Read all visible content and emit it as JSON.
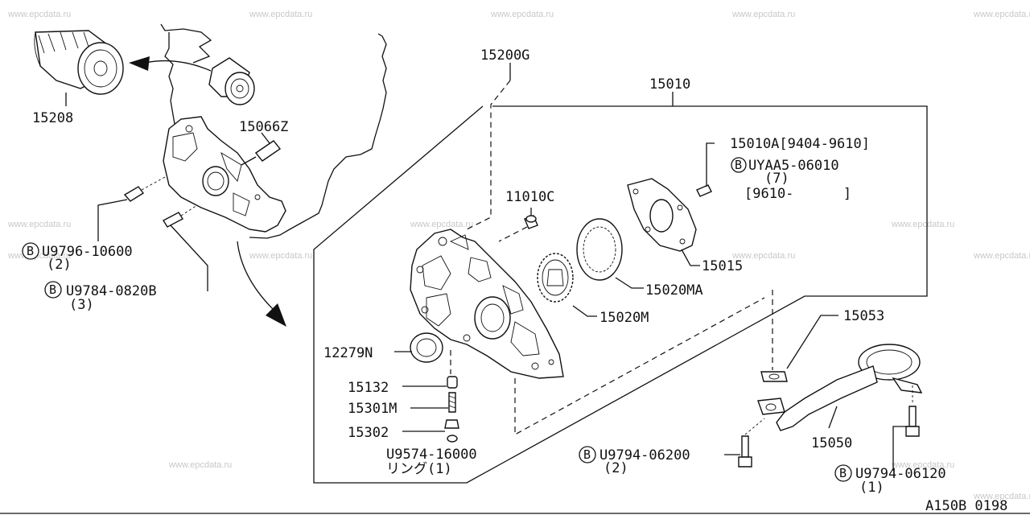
{
  "watermark": "www.epcdata.ru",
  "code": "A150B 0198",
  "parts": {
    "p15208": "15208",
    "p15200g": "15200G",
    "p15010": "15010",
    "p15066z": "15066Z",
    "p15010a": "15010A[9404-9610]",
    "p15010a_bolt_letter": "B",
    "p15010a_bolt": "UYAA5-06010",
    "p15010a_qty": "(7)",
    "p15010a_range": "[9610-      ]",
    "p11010c": "11010C",
    "p15015": "15015",
    "p15020ma": "15020MA",
    "p15020m": "15020M",
    "p12279n": "12279N",
    "p15132": "15132",
    "p15301m": "15301M",
    "p15302": "15302",
    "p_u9574": "U9574-16000",
    "p_u9574_ring": "リング(1)",
    "p15053": "15053",
    "p15050": "15050",
    "b1_letter": "B",
    "b1_code": "U9796-10600",
    "b1_qty": "(2)",
    "b2_letter": "B",
    "b2_code": "U9784-0820B",
    "b2_qty": "(3)",
    "b3_letter": "B",
    "b3_code": "U9794-06200",
    "b3_qty": "(2)",
    "b4_letter": "B",
    "b4_code": "U9794-06120",
    "b4_qty": "(1)"
  }
}
